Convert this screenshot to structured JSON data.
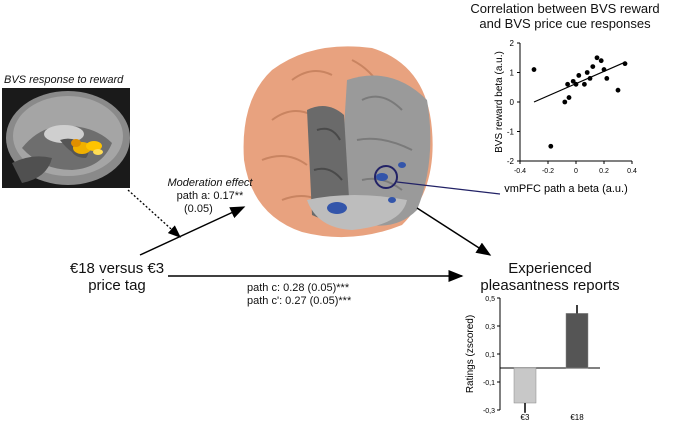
{
  "bvs_panel": {
    "title": "BVS response to reward"
  },
  "moderation": {
    "title": "Moderation effect",
    "path_a": "path a: 0.17**",
    "path_a_se": "(0.05)"
  },
  "price_tag": {
    "line1": "€18 versus €3",
    "line2": "price tag"
  },
  "paths_c": {
    "c": "path c: 0.28 (0.05)***",
    "c_prime": "path c': 0.27 (0.05)***"
  },
  "experienced": {
    "line1": "Experienced",
    "line2": "pleasantness reports"
  },
  "colors": {
    "brain_orange": "#e8a27f",
    "brain_gray": "#9a9a9a",
    "roi_blue": "#3355aa",
    "bar_light": "#c8c8c8",
    "bar_dark": "#555555",
    "callout": "#222266"
  },
  "chart_data": [
    {
      "type": "scatter",
      "title_lines": [
        "Correlation between BVS reward",
        "and BVS price cue responses"
      ],
      "xlabel": "vmPFC path a beta (a.u.)",
      "ylabel": "BVS reward beta (a.u.)",
      "xlim": [
        -0.4,
        0.4
      ],
      "ylim": [
        -2,
        2
      ],
      "xticks": [
        "-0.4",
        "-0.2",
        "0",
        "0.2",
        "0.4"
      ],
      "yticks": [
        "-2",
        "-1",
        "0",
        "1",
        "2"
      ],
      "points": [
        [
          -0.3,
          1.1
        ],
        [
          -0.18,
          -1.5
        ],
        [
          -0.08,
          0.0
        ],
        [
          -0.05,
          0.15
        ],
        [
          -0.06,
          0.6
        ],
        [
          -0.02,
          0.7
        ],
        [
          0.0,
          0.6
        ],
        [
          0.02,
          0.9
        ],
        [
          0.06,
          0.6
        ],
        [
          0.08,
          1.0
        ],
        [
          0.1,
          0.8
        ],
        [
          0.12,
          1.2
        ],
        [
          0.15,
          1.5
        ],
        [
          0.18,
          1.4
        ],
        [
          0.2,
          1.1
        ],
        [
          0.22,
          0.8
        ],
        [
          0.3,
          0.4
        ],
        [
          0.35,
          1.3
        ]
      ],
      "fit": [
        [
          -0.3,
          0.0
        ],
        [
          0.35,
          1.35
        ]
      ]
    },
    {
      "type": "bar",
      "categories": [
        "€3",
        "€18"
      ],
      "values": [
        -0.25,
        0.39
      ],
      "errors": [
        0.07,
        0.06
      ],
      "ylabel": "Ratings (zscored)",
      "ylim": [
        -0.3,
        0.5
      ],
      "yticks": [
        "-0,3",
        "-0,1",
        "0,1",
        "0,3",
        "0,5"
      ]
    }
  ]
}
